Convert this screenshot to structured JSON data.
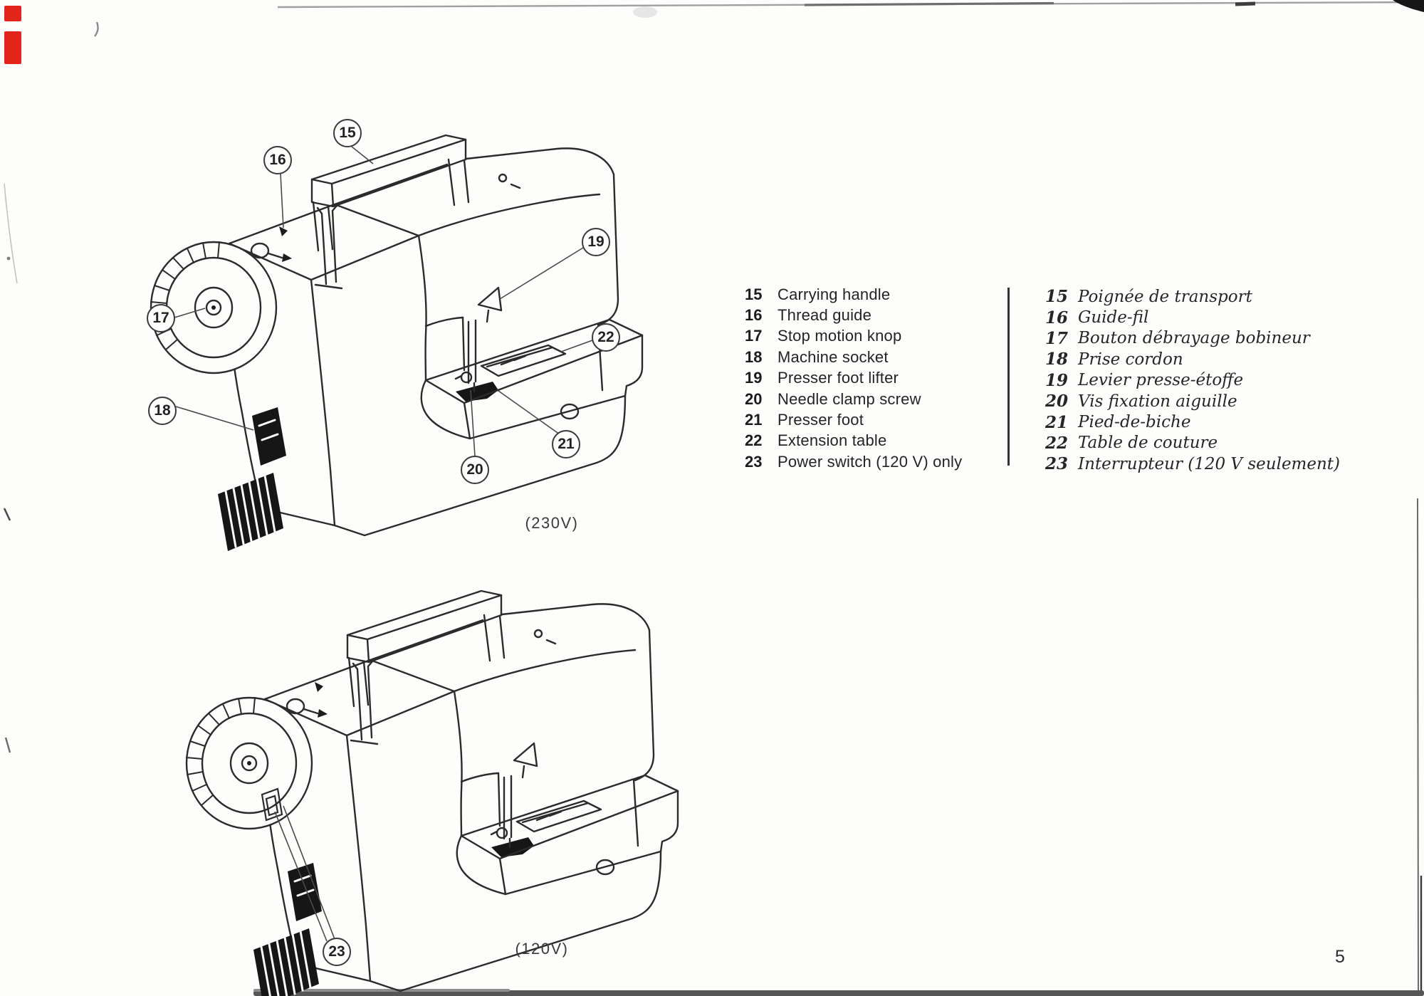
{
  "page": {
    "number": "5"
  },
  "diagrams": [
    {
      "name": "sewing-machine-rear-view-230v",
      "caption": "(230V)",
      "callouts": [
        "15",
        "16",
        "17",
        "18",
        "19",
        "20",
        "21",
        "22"
      ]
    },
    {
      "name": "sewing-machine-rear-view-120v",
      "caption": "(120V)",
      "callouts": [
        "23"
      ]
    }
  ],
  "legend": {
    "english": {
      "items": [
        {
          "num": "15",
          "label": "Carrying handle"
        },
        {
          "num": "16",
          "label": "Thread guide"
        },
        {
          "num": "17",
          "label": "Stop motion knop"
        },
        {
          "num": "18",
          "label": "Machine socket"
        },
        {
          "num": "19",
          "label": "Presser foot lifter"
        },
        {
          "num": "20",
          "label": "Needle clamp screw"
        },
        {
          "num": "21",
          "label": "Presser foot"
        },
        {
          "num": "22",
          "label": "Extension table"
        },
        {
          "num": "23",
          "label": "Power switch (120 V) only"
        }
      ]
    },
    "french": {
      "items": [
        {
          "num": "15",
          "label": "Poignée de transport"
        },
        {
          "num": "16",
          "label": "Guide-fil"
        },
        {
          "num": "17",
          "label": "Bouton débrayage bobineur"
        },
        {
          "num": "18",
          "label": "Prise cordon"
        },
        {
          "num": "19",
          "label": "Levier presse-étoffe"
        },
        {
          "num": "20",
          "label": "Vis fixation aiguille"
        },
        {
          "num": "21",
          "label": "Pied-de-biche"
        },
        {
          "num": "22",
          "label": "Table de couture"
        },
        {
          "num": "23",
          "label": "Interrupteur (120 V seulement)"
        }
      ]
    }
  },
  "artifacts": {
    "red_mark_color": "#e2251b",
    "edge_color": "#555555"
  }
}
